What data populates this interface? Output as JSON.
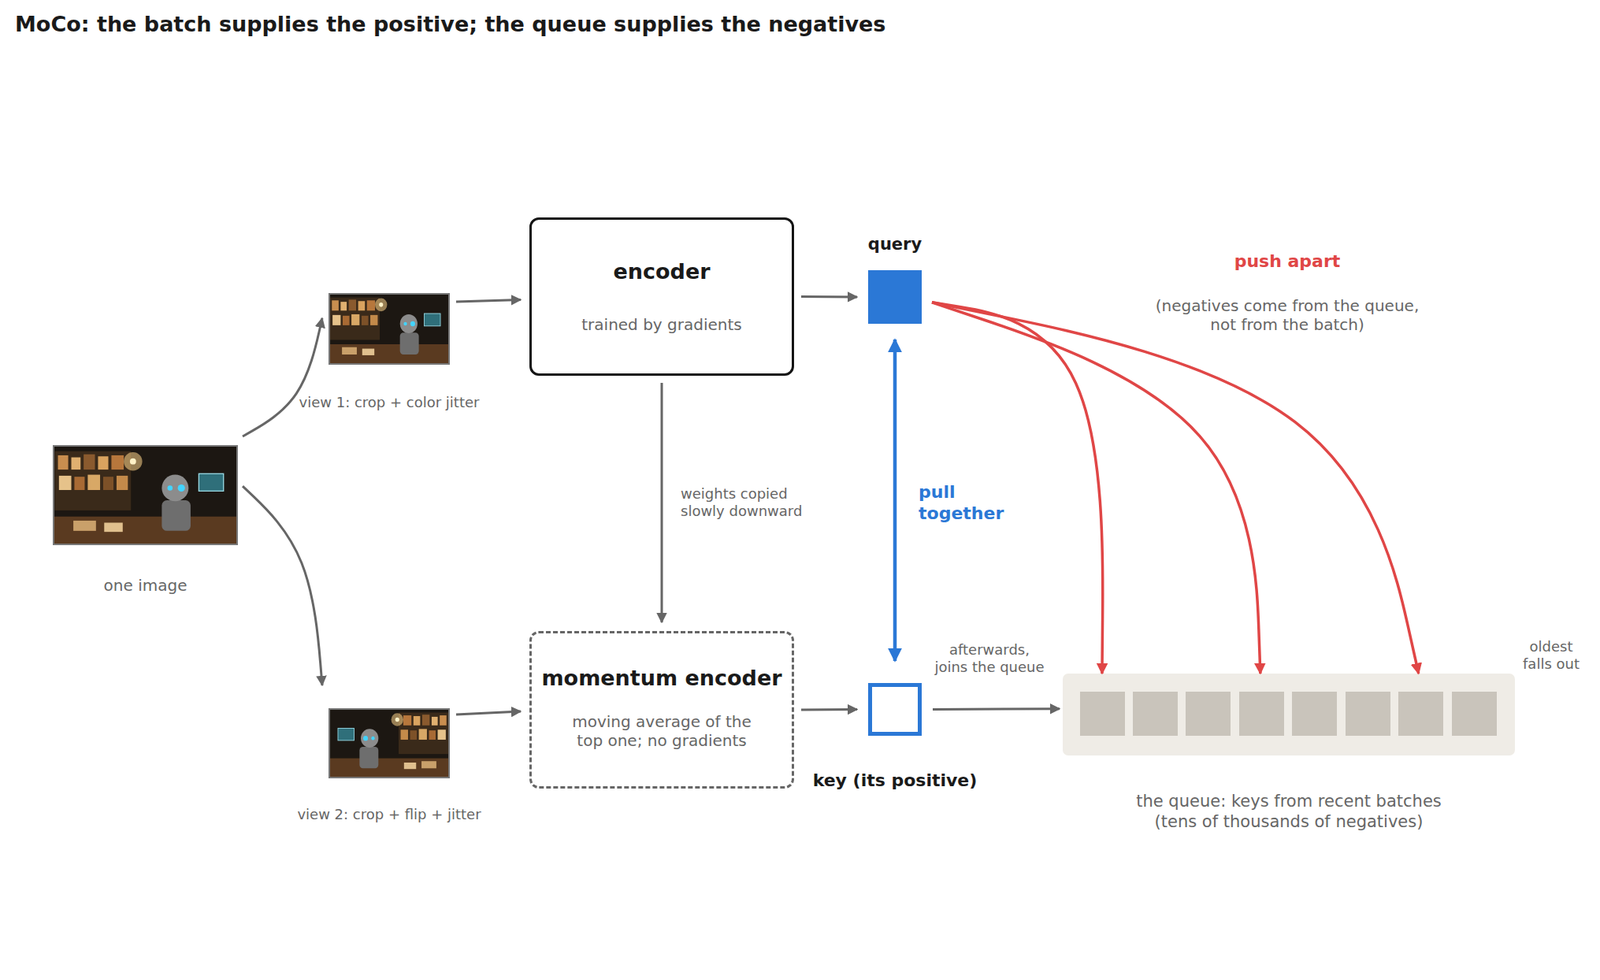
{
  "diagram": {
    "title": "MoCo: the batch supplies the positive; the queue supplies the negatives",
    "nodes": [
      {
        "text": [
          "one image"
        ]
      },
      {
        "text": [
          "view 1: crop + color jitter"
        ]
      },
      {
        "text": [
          "view 2: crop + flip + jitter"
        ]
      },
      {
        "text": [
          "encoder",
          "trained by gradients"
        ]
      },
      {
        "text": [
          "momentum encoder",
          "moving average of the top one; no gradients"
        ]
      },
      {
        "text": [
          "query"
        ]
      },
      {
        "text": [
          "key (its positive)"
        ]
      },
      {
        "text": [
          "the queue: keys from recent batches (tens of thousands of negatives)"
        ]
      }
    ],
    "edges": [
      {
        "from": 0,
        "to": 1,
        "arrow": "to"
      },
      {
        "from": 0,
        "to": 2,
        "arrow": "to"
      },
      {
        "from": 1,
        "to": 3,
        "arrow": "to"
      },
      {
        "from": 2,
        "to": 4,
        "arrow": "to"
      },
      {
        "from": 3,
        "to": 5,
        "arrow": "to"
      },
      {
        "from": 4,
        "to": 6,
        "arrow": "to"
      },
      {
        "from": 3,
        "to": 4,
        "label": "weights copied slowly downward",
        "arrow": "to"
      },
      {
        "from": 5,
        "to": 6,
        "label": "pull together",
        "arrow": "both"
      },
      {
        "from": 6,
        "to": 7,
        "label": "afterwards, joins the queue",
        "arrow": "to"
      },
      {
        "from": 5,
        "to": 7,
        "arrow": "to"
      },
      {
        "from": 5,
        "to": 7,
        "arrow": "to"
      },
      {
        "from": 5,
        "to": 7,
        "arrow": "to"
      }
    ],
    "labels": [
      "push apart",
      "(negatives come from the queue, not from the batch)",
      "oldest falls out"
    ]
  }
}
